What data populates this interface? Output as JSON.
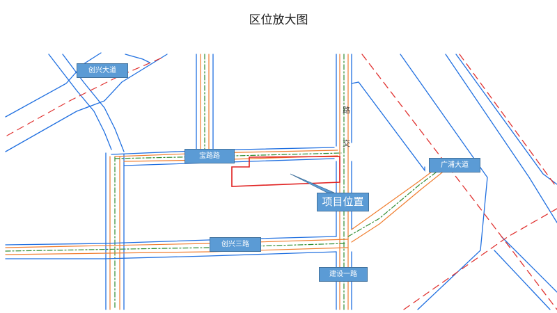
{
  "title": "区位放大图",
  "labels": {
    "chuangxing_avenue": "创兴大道",
    "baolu_road": "宝路路",
    "guangpu_avenue": "广浦大道",
    "chuangxing_3rd_road": "创兴三路",
    "jianshe_1st_road": "建设一路",
    "project_location": "项目位置"
  },
  "vertical_text": {
    "north_road_a": "路",
    "north_road_b": "交"
  },
  "colors": {
    "road_edge": "#1f6fe0",
    "road_edge_orange": "#f07d2e",
    "centerline_green": "#2e8b2e",
    "railway_red": "#e0312f",
    "project_boundary": "#e02020",
    "label_fill": "#5b9bd5"
  }
}
